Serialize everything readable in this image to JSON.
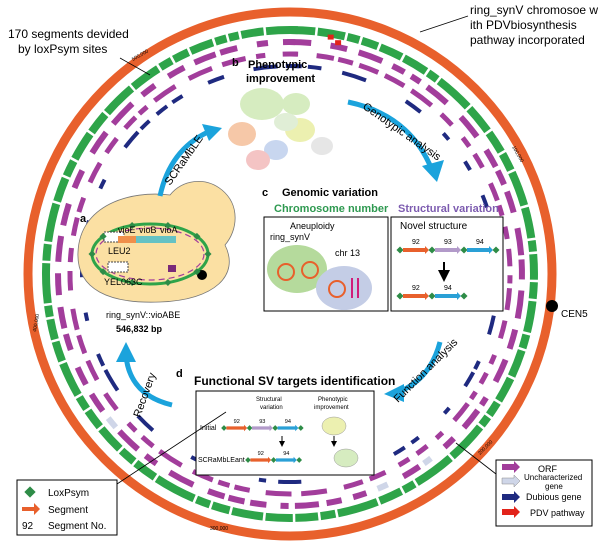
{
  "top_left_label": [
    "170 segments devided",
    "by loxPsym sites"
  ],
  "top_right_label": [
    "ring_synV chromosoe w",
    "ith PDVbiosynthesis",
    "pathway incorporated"
  ],
  "cen_label": "CEN5",
  "ring_ticks": [
    "500,000",
    "100,000",
    "200,000",
    "300,000",
    "400,000"
  ],
  "panel_a": {
    "letter": "a",
    "genes": [
      "vioE",
      "vioB",
      "vioA"
    ],
    "markers": [
      "LEU2",
      "YEL063C"
    ],
    "name": "ring_synV::vioABE",
    "size": "546,832 bp"
  },
  "panel_b": {
    "letter": "b",
    "title": [
      "Phenotypic",
      "improvement"
    ]
  },
  "panel_c": {
    "letter": "c",
    "title": "Genomic variation",
    "left_header": "Chromosome number",
    "right_header": "Structural variation",
    "aneuploidy": "Aneuploidy",
    "ring": "ring_synV",
    "chr": "chr 13",
    "novel": "Novel structure",
    "seg_top": [
      "92",
      "93",
      "94"
    ],
    "seg_bottom": [
      "92",
      "94"
    ]
  },
  "panel_d": {
    "letter": "d",
    "title": "Functional SV targets identification",
    "sv_label": [
      "Structural",
      "variation"
    ],
    "pi_label": [
      "Phenotypic",
      "improvement"
    ],
    "row1": "Initial",
    "row2": "SCRaMbLEant",
    "seg_top": [
      "92",
      "93",
      "94"
    ],
    "seg_bottom": [
      "92",
      "94"
    ]
  },
  "arrows": {
    "scramble": "SCRaMbLE",
    "genotypic": "Genotypic analysis",
    "function": "Function analysis",
    "recovery": "Recovery"
  },
  "legend_left": [
    {
      "sym": "loxpsym",
      "text": "LoxPsym"
    },
    {
      "sym": "segment",
      "text": "Segment"
    },
    {
      "sym": "92",
      "text": "Segment No."
    }
  ],
  "legend_right": [
    {
      "text": "ORF",
      "color": "#a23d9b"
    },
    {
      "text": "Uncharacterized gene",
      "color": "#cfd6e8"
    },
    {
      "text": "Dubious gene",
      "color": "#1f2a80"
    },
    {
      "text": "PDV pathway",
      "color": "#e2231a"
    }
  ],
  "colors": {
    "ring": "#e8602c",
    "feature_green": "#2ea449",
    "feature_purple": "#a23d9b",
    "arrow_blue": "#1ba3dc",
    "cell": "#fbe0a3",
    "lox": "#2e8c47",
    "seg92": "#e8602c",
    "seg93": "#b29ac9",
    "seg94": "#2aa0d6"
  }
}
